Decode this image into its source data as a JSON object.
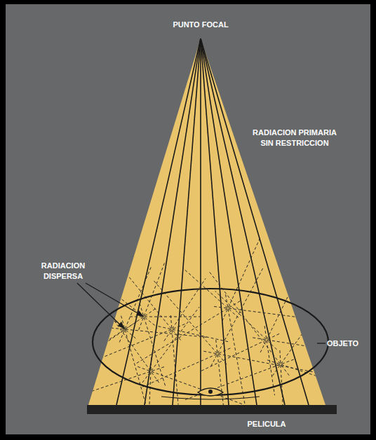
{
  "diagram": {
    "labels": [
      "PUNTO FOCAL",
      "RADIACION PRIMARIA SIN RESTRICCION",
      "RADIACION DISPERSA",
      "OBJETO",
      "PELICULA"
    ]
  }
}
